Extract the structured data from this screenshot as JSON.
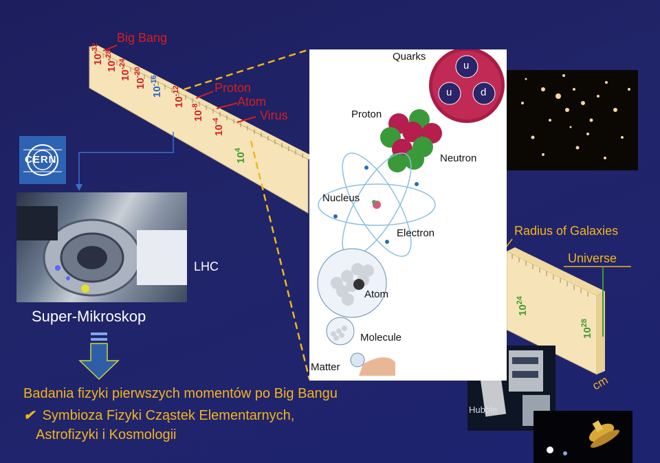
{
  "ruler_upper": {
    "exponents": [
      {
        "mantissa": "10",
        "exp": "-32",
        "color": "#d81e1e"
      },
      {
        "mantissa": "10",
        "exp": "-28",
        "color": "#d81e1e"
      },
      {
        "mantissa": "10",
        "exp": "-24",
        "color": "#d81e1e"
      },
      {
        "mantissa": "10",
        "exp": "-20",
        "color": "#d81e1e"
      },
      {
        "mantissa": "10",
        "exp": "-16",
        "color": "#2a63c8"
      },
      {
        "mantissa": "10",
        "exp": "-12",
        "color": "#d81e1e"
      },
      {
        "mantissa": "10",
        "exp": "-8",
        "color": "#d81e1e"
      },
      {
        "mantissa": "10",
        "exp": "-4",
        "color": "#d81e1e"
      },
      {
        "mantissa": "10",
        "exp": "4",
        "color": "#3f9a2e"
      }
    ]
  },
  "ruler_lower": {
    "exponents": [
      {
        "mantissa": "10",
        "exp": "24",
        "color": "#3f9a2e"
      },
      {
        "mantissa": "10",
        "exp": "28",
        "color": "#3f9a2e"
      }
    ],
    "unit": "cm"
  },
  "scale_labels": {
    "big_bang": "Big Bang",
    "proton": "Proton",
    "atom": "Atom",
    "virus": "Virus",
    "radius_galaxies": "Radius of Galaxies",
    "universe": "Universe"
  },
  "cern_logo": "CERN",
  "lhc_label": "LHC",
  "super_microscope": "Super-Mikroskop",
  "hubble_label": "Hubble",
  "panel": {
    "quarks": "Quarks",
    "quark_u1": "u",
    "quark_u2": "u",
    "quark_d": "d",
    "proton": "Proton",
    "neutron": "Neutron",
    "nucleus": "Nucleus",
    "electron": "Electron",
    "atom": "Atom",
    "molecule": "Molecule",
    "matter": "Matter"
  },
  "bottom_text": {
    "line1": "Badania  fizyki  pierwszych momentów po Big Bangu",
    "bullet_icon": "check-bullet-icon",
    "line2": "Symbioza Fizyki Cząstek Elementarnych,",
    "line3": "Astrofizyki i Kosmologii"
  },
  "colors": {
    "background": "#1f2266",
    "ruler": "#f6e3b4",
    "red": "#d81e1e",
    "gold": "#f4b51c",
    "green": "#3f9a2e",
    "blue": "#2a63c8"
  }
}
